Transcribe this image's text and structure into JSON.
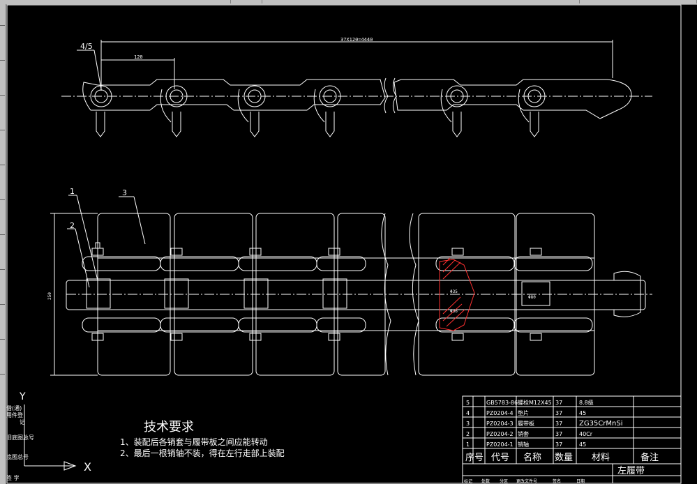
{
  "drawing": {
    "title": "左履带",
    "tech_title": "技术要求",
    "tech_items": [
      "1、装配后各销套与履带板之间应能转动",
      "2、最后一根销轴不装，得在左行走部上装配"
    ],
    "dimensions": {
      "overall_length": "37X120=4440",
      "pitch": "120",
      "width": "250",
      "pin_dia": "Φ80",
      "hole1": "Φ35",
      "hole2": "Φ36"
    },
    "callouts": {
      "top_label": "4/5",
      "c1": "1",
      "c2": "2",
      "c3": "3"
    },
    "axis": {
      "y": "Y",
      "x": "X"
    }
  },
  "bom": {
    "rows": [
      {
        "no": "5",
        "code": "GB5783-86",
        "name": "螺栓M12X45",
        "qty": "37",
        "material": "8.8级",
        "note": ""
      },
      {
        "no": "4",
        "code": "PZ0204-4",
        "name": "垫片",
        "qty": "37",
        "material": "45",
        "note": ""
      },
      {
        "no": "3",
        "code": "PZ0204-3",
        "name": "履带板",
        "qty": "37",
        "material": "ZG35CrMnSi",
        "note": ""
      },
      {
        "no": "2",
        "code": "PZ0204-2",
        "name": "销套",
        "qty": "37",
        "material": "40Cr",
        "note": ""
      },
      {
        "no": "1",
        "code": "PZ0204-1",
        "name": "销轴",
        "qty": "37",
        "material": "45",
        "note": ""
      }
    ],
    "header": {
      "no": "序号",
      "code": "代号",
      "name": "名称",
      "qty": "数量",
      "material": "材料",
      "note": "备注"
    },
    "titleblock_row": [
      "标记",
      "处数",
      "分区",
      "更改文件号",
      "签名",
      "日期"
    ]
  },
  "side_stamp": [
    "借(通)",
    "用件登",
    "记",
    "旧底图总号",
    "底图总号",
    "签 字"
  ]
}
